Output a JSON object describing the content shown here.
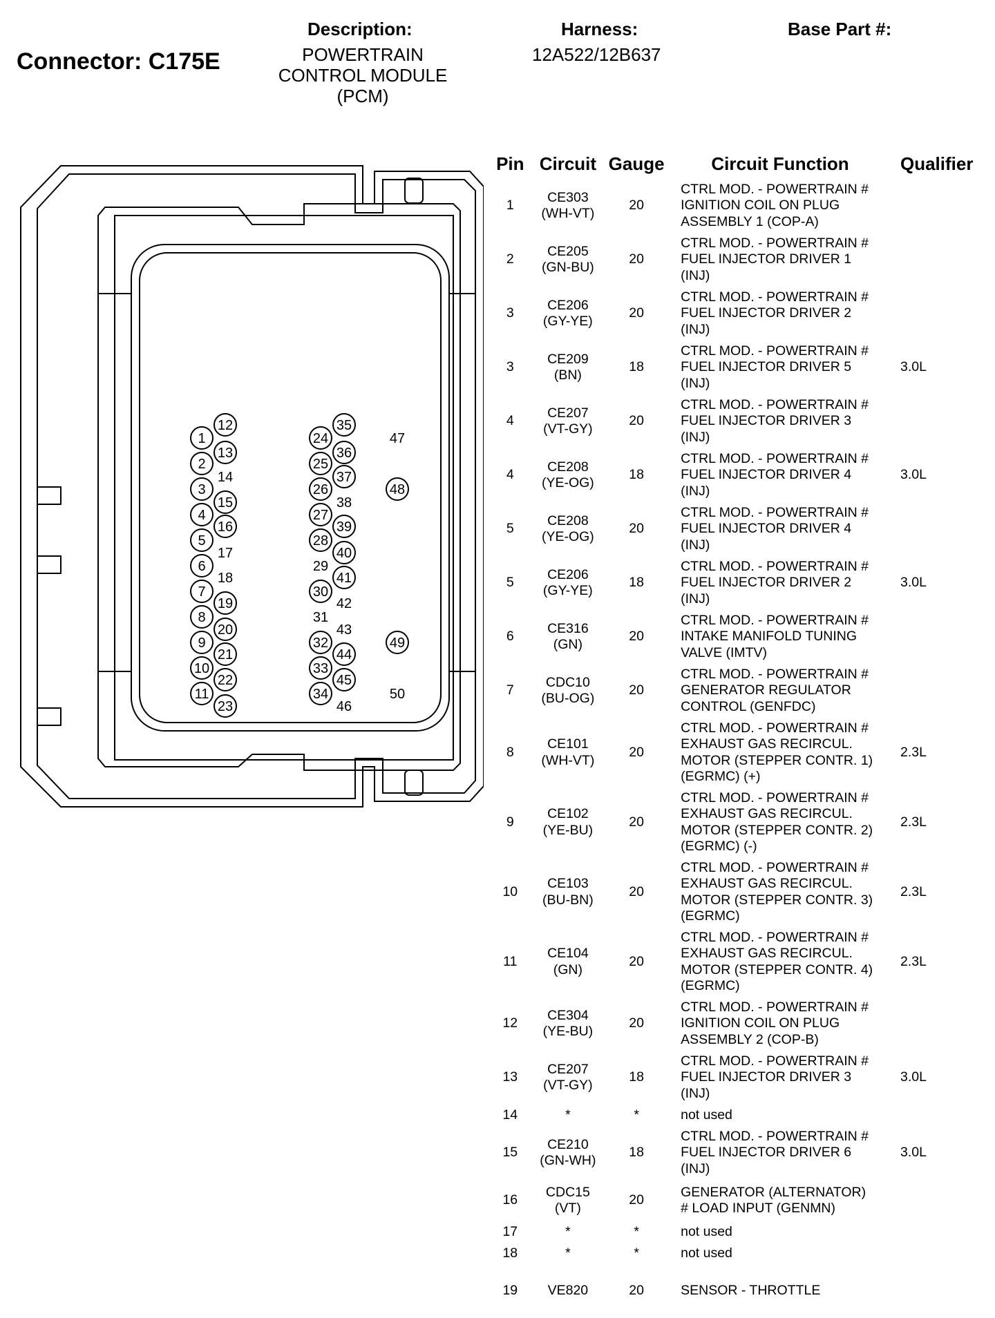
{
  "header": {
    "connector_title": "Connector: C175E",
    "description_label": "Description:",
    "description_value": [
      "POWERTRAIN",
      "CONTROL MODULE",
      "(PCM)"
    ],
    "harness_label": "Harness:",
    "harness_value": "12A522/12B637",
    "base_part_label": "Base Part #:"
  },
  "table": {
    "columns": [
      "Pin",
      "Circuit",
      "Gauge",
      "Circuit Function",
      "Qualifier"
    ],
    "rows": [
      {
        "pin": "1",
        "circuit": "CE303\n(WH-VT)",
        "gauge": "20",
        "function": "CTRL MOD. - POWERTRAIN #\nIGNITION COIL ON PLUG\nASSEMBLY 1 (COP-A)",
        "qualifier": ""
      },
      {
        "pin": "2",
        "circuit": "CE205\n(GN-BU)",
        "gauge": "20",
        "function": "CTRL MOD. - POWERTRAIN #\nFUEL INJECTOR DRIVER 1\n(INJ)",
        "qualifier": ""
      },
      {
        "pin": "3",
        "circuit": "CE206\n(GY-YE)",
        "gauge": "20",
        "function": "CTRL MOD. - POWERTRAIN #\nFUEL INJECTOR DRIVER 2\n(INJ)",
        "qualifier": ""
      },
      {
        "pin": "3",
        "circuit": "CE209\n(BN)",
        "gauge": "18",
        "function": "CTRL MOD. - POWERTRAIN #\nFUEL INJECTOR DRIVER 5\n(INJ)",
        "qualifier": "3.0L"
      },
      {
        "pin": "4",
        "circuit": "CE207\n(VT-GY)",
        "gauge": "20",
        "function": "CTRL MOD. - POWERTRAIN #\nFUEL INJECTOR DRIVER 3\n(INJ)",
        "qualifier": ""
      },
      {
        "pin": "4",
        "circuit": "CE208\n(YE-OG)",
        "gauge": "18",
        "function": "CTRL MOD. - POWERTRAIN #\nFUEL INJECTOR DRIVER 4\n(INJ)",
        "qualifier": "3.0L"
      },
      {
        "pin": "5",
        "circuit": "CE208\n(YE-OG)",
        "gauge": "20",
        "function": "CTRL MOD. - POWERTRAIN #\nFUEL INJECTOR DRIVER 4\n(INJ)",
        "qualifier": ""
      },
      {
        "pin": "5",
        "circuit": "CE206\n(GY-YE)",
        "gauge": "18",
        "function": "CTRL MOD. - POWERTRAIN #\nFUEL INJECTOR DRIVER 2\n(INJ)",
        "qualifier": "3.0L"
      },
      {
        "pin": "6",
        "circuit": "CE316\n(GN)",
        "gauge": "20",
        "function": "CTRL MOD. - POWERTRAIN #\nINTAKE MANIFOLD TUNING\nVALVE (IMTV)",
        "qualifier": ""
      },
      {
        "pin": "7",
        "circuit": "CDC10\n(BU-OG)",
        "gauge": "20",
        "function": "CTRL MOD. - POWERTRAIN #\nGENERATOR REGULATOR\nCONTROL (GENFDC)",
        "qualifier": ""
      },
      {
        "pin": "8",
        "circuit": "CE101\n(WH-VT)",
        "gauge": "20",
        "function": "CTRL MOD. - POWERTRAIN #\nEXHAUST GAS RECIRCUL.\nMOTOR (STEPPER CONTR. 1)\n(EGRMC) (+)",
        "qualifier": "2.3L"
      },
      {
        "pin": "9",
        "circuit": "CE102\n(YE-BU)",
        "gauge": "20",
        "function": "CTRL MOD. - POWERTRAIN #\nEXHAUST GAS RECIRCUL.\nMOTOR (STEPPER CONTR. 2)\n(EGRMC) (-)",
        "qualifier": "2.3L"
      },
      {
        "pin": "10",
        "circuit": "CE103\n(BU-BN)",
        "gauge": "20",
        "function": "CTRL MOD. - POWERTRAIN #\nEXHAUST GAS RECIRCUL.\nMOTOR (STEPPER CONTR. 3)\n(EGRMC)",
        "qualifier": "2.3L"
      },
      {
        "pin": "11",
        "circuit": "CE104\n(GN)",
        "gauge": "20",
        "function": "CTRL MOD. - POWERTRAIN #\nEXHAUST GAS RECIRCUL.\nMOTOR (STEPPER CONTR. 4)\n(EGRMC)",
        "qualifier": "2.3L"
      },
      {
        "pin": "12",
        "circuit": "CE304\n(YE-BU)",
        "gauge": "20",
        "function": "CTRL MOD. - POWERTRAIN #\nIGNITION COIL ON PLUG\nASSEMBLY 2 (COP-B)",
        "qualifier": ""
      },
      {
        "pin": "13",
        "circuit": "CE207\n(VT-GY)",
        "gauge": "18",
        "function": "CTRL MOD. - POWERTRAIN #\nFUEL INJECTOR DRIVER 3\n(INJ)",
        "qualifier": "3.0L"
      },
      {
        "pin": "14",
        "circuit": "*",
        "gauge": "*",
        "function": "not used",
        "qualifier": ""
      },
      {
        "pin": "15",
        "circuit": "CE210\n(GN-WH)",
        "gauge": "18",
        "function": "CTRL MOD. - POWERTRAIN #\nFUEL INJECTOR DRIVER 6\n(INJ)",
        "qualifier": "3.0L"
      },
      {
        "pin": "16",
        "circuit": "CDC15\n(VT)",
        "gauge": "20",
        "function": "GENERATOR (ALTERNATOR)\n# LOAD INPUT (GENMN)",
        "qualifier": ""
      },
      {
        "pin": "17",
        "circuit": "*",
        "gauge": "*",
        "function": "not used",
        "qualifier": ""
      },
      {
        "pin": "18",
        "circuit": "*",
        "gauge": "*",
        "function": "not used",
        "qualifier": ""
      },
      {
        "pin": "19",
        "circuit": "VE820",
        "gauge": "20",
        "function": "SENSOR - THROTTLE",
        "qualifier": ""
      }
    ]
  },
  "connector": {
    "circled_pins": [
      "1",
      "2",
      "3",
      "4",
      "5",
      "6",
      "7",
      "8",
      "9",
      "10",
      "11",
      "12",
      "13",
      "15",
      "16",
      "19",
      "20",
      "21",
      "22",
      "23",
      "24",
      "25",
      "26",
      "27",
      "28",
      "30",
      "32",
      "33",
      "34",
      "35",
      "36",
      "37",
      "39",
      "40",
      "41",
      "44",
      "45",
      "48",
      "49"
    ],
    "plain_pins": [
      "14",
      "17",
      "18",
      "29",
      "31",
      "38",
      "42",
      "43",
      "46",
      "47",
      "50"
    ]
  }
}
